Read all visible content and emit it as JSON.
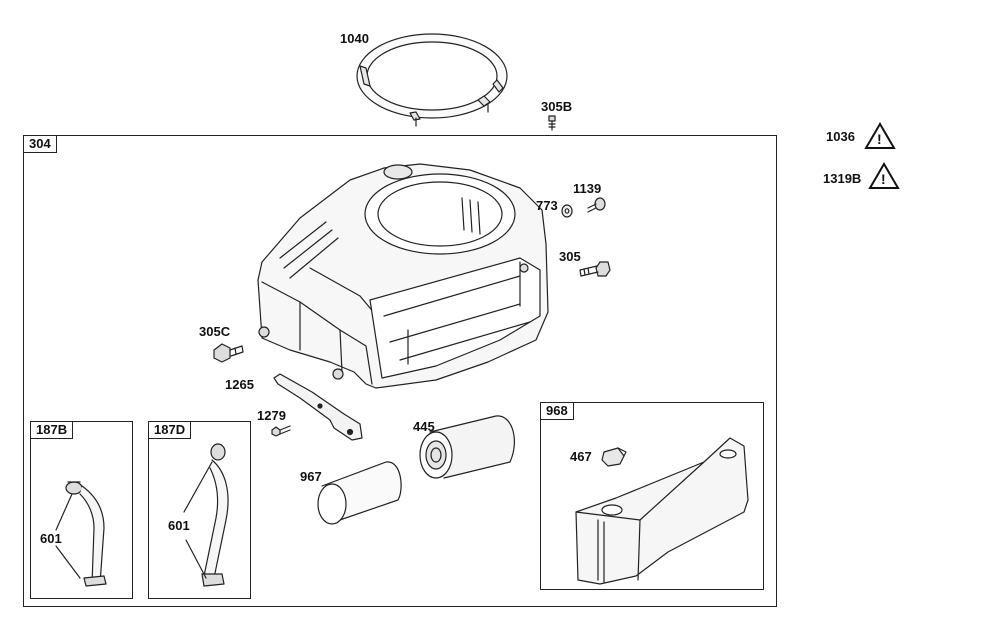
{
  "boxes": {
    "b304": "304",
    "b968": "968",
    "b187b": "187B",
    "b187d": "187D"
  },
  "labels": {
    "l1040": "1040",
    "l305b": "305B",
    "l1036": "1036",
    "l1319b": "1319B",
    "l773": "773",
    "l1139": "1139",
    "l305": "305",
    "l305c": "305C",
    "l1265": "1265",
    "l1279": "1279",
    "l445": "445",
    "l967": "967",
    "l467": "467",
    "l601a": "601",
    "l601b": "601"
  },
  "warning_icon_glyph": "!",
  "line_color": "#222222"
}
